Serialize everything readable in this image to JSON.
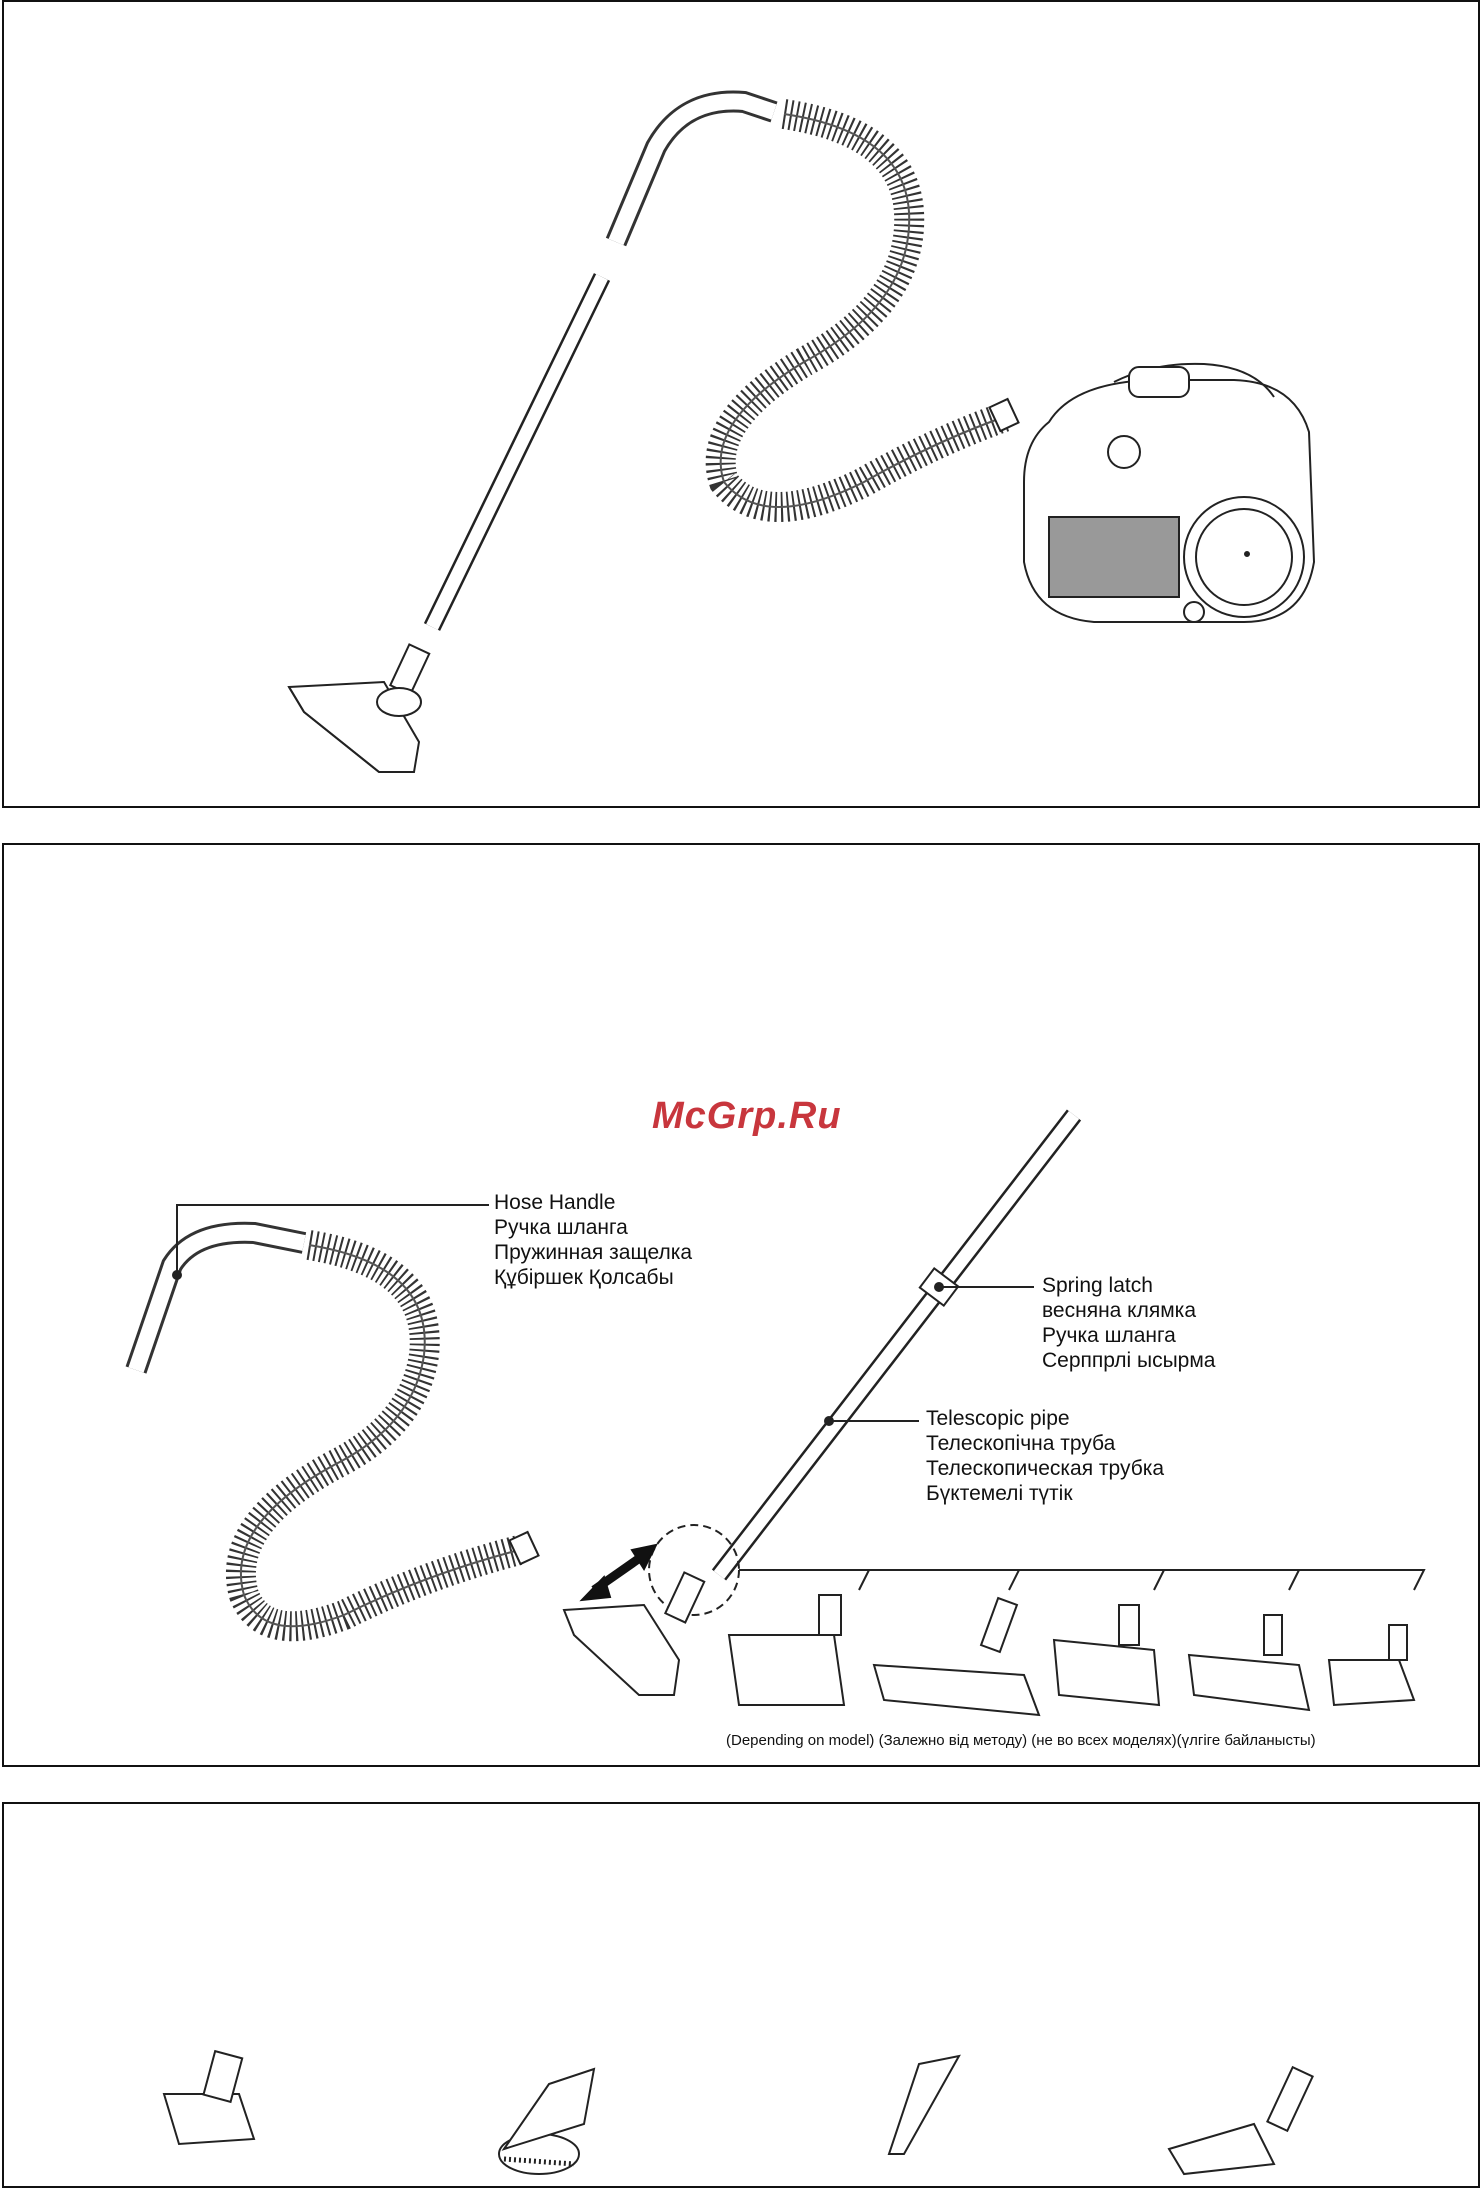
{
  "watermark": "McGrp.Ru",
  "labels": {
    "hose_handle": [
      "Hose Handle",
      "Ручка шланга",
      "Пружинная защелка",
      "Құбіршек  Қолсабы"
    ],
    "spring_latch": [
      "Spring latch",
      "весняна клямка",
      "Ручка шланга",
      "Серппрлі  ысырма"
    ],
    "telescopic_pipe": [
      "Telescopic pipe",
      "Телескопічна труба",
      "Телескопическая трубка",
      "Бүктемелі  түтік"
    ]
  },
  "caption": "(Depending on model)  (Залежно від методу) (не во всех моделях)(үлгіге  байланысты)"
}
